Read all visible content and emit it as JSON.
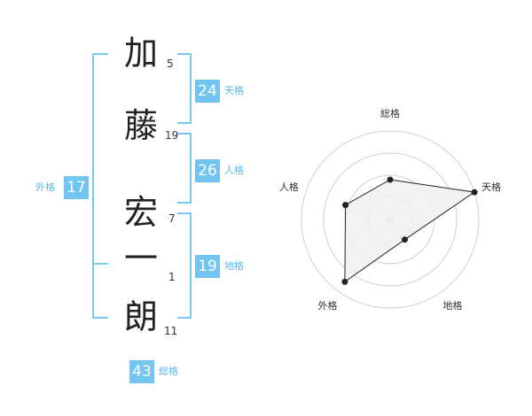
{
  "name": {
    "chars": [
      {
        "char": "加",
        "strokes": "5"
      },
      {
        "char": "藤",
        "strokes": "19"
      },
      {
        "char": "宏",
        "strokes": "7"
      },
      {
        "char": "一",
        "strokes": "1"
      },
      {
        "char": "朗",
        "strokes": "11"
      }
    ]
  },
  "fortune": {
    "tenkaku": {
      "value": "24",
      "label": "天格"
    },
    "jinkaku": {
      "value": "26",
      "label": "人格"
    },
    "chikaku": {
      "value": "19",
      "label": "地格"
    },
    "gaikaku": {
      "value": "17",
      "label": "外格"
    },
    "soukaku": {
      "value": "43",
      "label": "総格"
    }
  },
  "colors": {
    "accent": "#72c5f0",
    "bracket": "#7cc9f0"
  },
  "chart_data": {
    "type": "radar",
    "axes": [
      "総格",
      "天格",
      "地格",
      "外格",
      "人格"
    ],
    "values": [
      0.45,
      1.0,
      0.28,
      0.87,
      0.53
    ],
    "rings": 4
  }
}
